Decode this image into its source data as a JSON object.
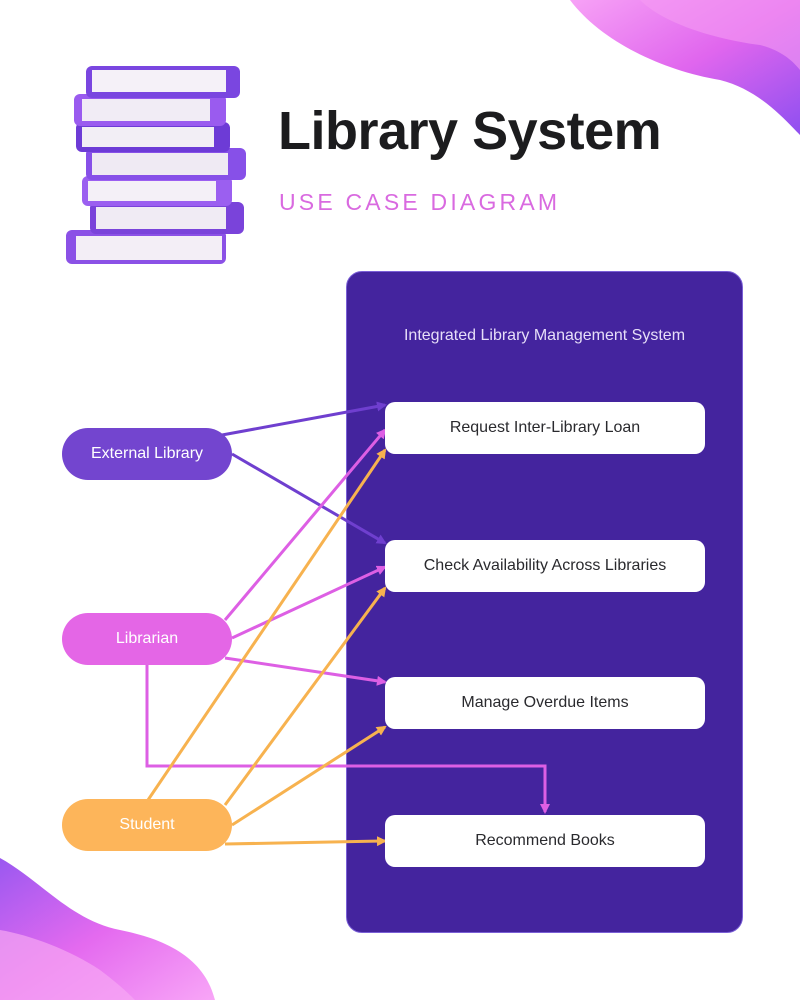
{
  "header": {
    "title": "Library System",
    "subtitle": "USE CASE DIAGRAM"
  },
  "system": {
    "label": "Integrated Library Management System"
  },
  "use_cases": [
    "Request Inter-Library Loan",
    "Check Availability Across Libraries",
    "Manage Overdue Items",
    "Recommend Books"
  ],
  "actors": [
    {
      "label": "External Library",
      "color": "#7345cf"
    },
    {
      "label": "Librarian",
      "color": "#e466e6"
    },
    {
      "label": "Student",
      "color": "#fdb55a"
    }
  ],
  "relations": [
    {
      "actor": "External Library",
      "use_case": "Request Inter-Library Loan"
    },
    {
      "actor": "External Library",
      "use_case": "Check Availability Across Libraries"
    },
    {
      "actor": "Librarian",
      "use_case": "Request Inter-Library Loan"
    },
    {
      "actor": "Librarian",
      "use_case": "Check Availability Across Libraries"
    },
    {
      "actor": "Librarian",
      "use_case": "Manage Overdue Items"
    },
    {
      "actor": "Librarian",
      "use_case": "Recommend Books"
    },
    {
      "actor": "Student",
      "use_case": "Request Inter-Library Loan"
    },
    {
      "actor": "Student",
      "use_case": "Check Availability Across Libraries"
    },
    {
      "actor": "Student",
      "use_case": "Manage Overdue Items"
    },
    {
      "actor": "Student",
      "use_case": "Recommend Books"
    }
  ],
  "colors": {
    "system_background": "#44249e",
    "subtitle": "#d96ae0",
    "decor_purple": "#a35af0",
    "decor_pink": "#f27ef3"
  },
  "icons": {
    "books": "stacked-books-icon"
  }
}
